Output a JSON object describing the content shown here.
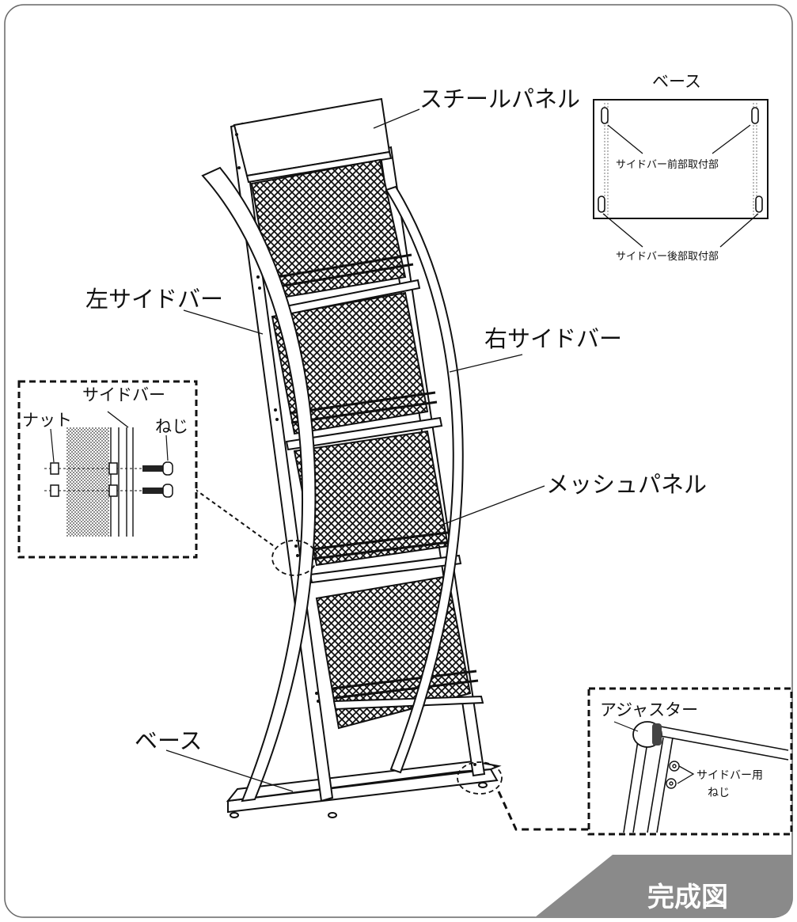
{
  "title": "完成図",
  "labels": {
    "steel_panel": "スチールパネル",
    "left_sidebar": "左サイドバー",
    "right_sidebar": "右サイドバー",
    "mesh_panel": "メッシュパネル",
    "base": "ベース"
  },
  "base_inset": {
    "title": "ベース",
    "front_mount": "サイドバー前部取付部",
    "rear_mount": "サイドバー後部取付部"
  },
  "screw_detail": {
    "sidebar": "サイドバー",
    "nut": "ナット",
    "screw": "ねじ"
  },
  "adjuster_detail": {
    "adjuster": "アジャスター",
    "sidebar_screw_line1": "サイドバー用",
    "sidebar_screw_line2": "ねじ"
  },
  "colors": {
    "line": "#111111",
    "title_band": "#8a8a8a",
    "title_text": "#ffffff"
  }
}
